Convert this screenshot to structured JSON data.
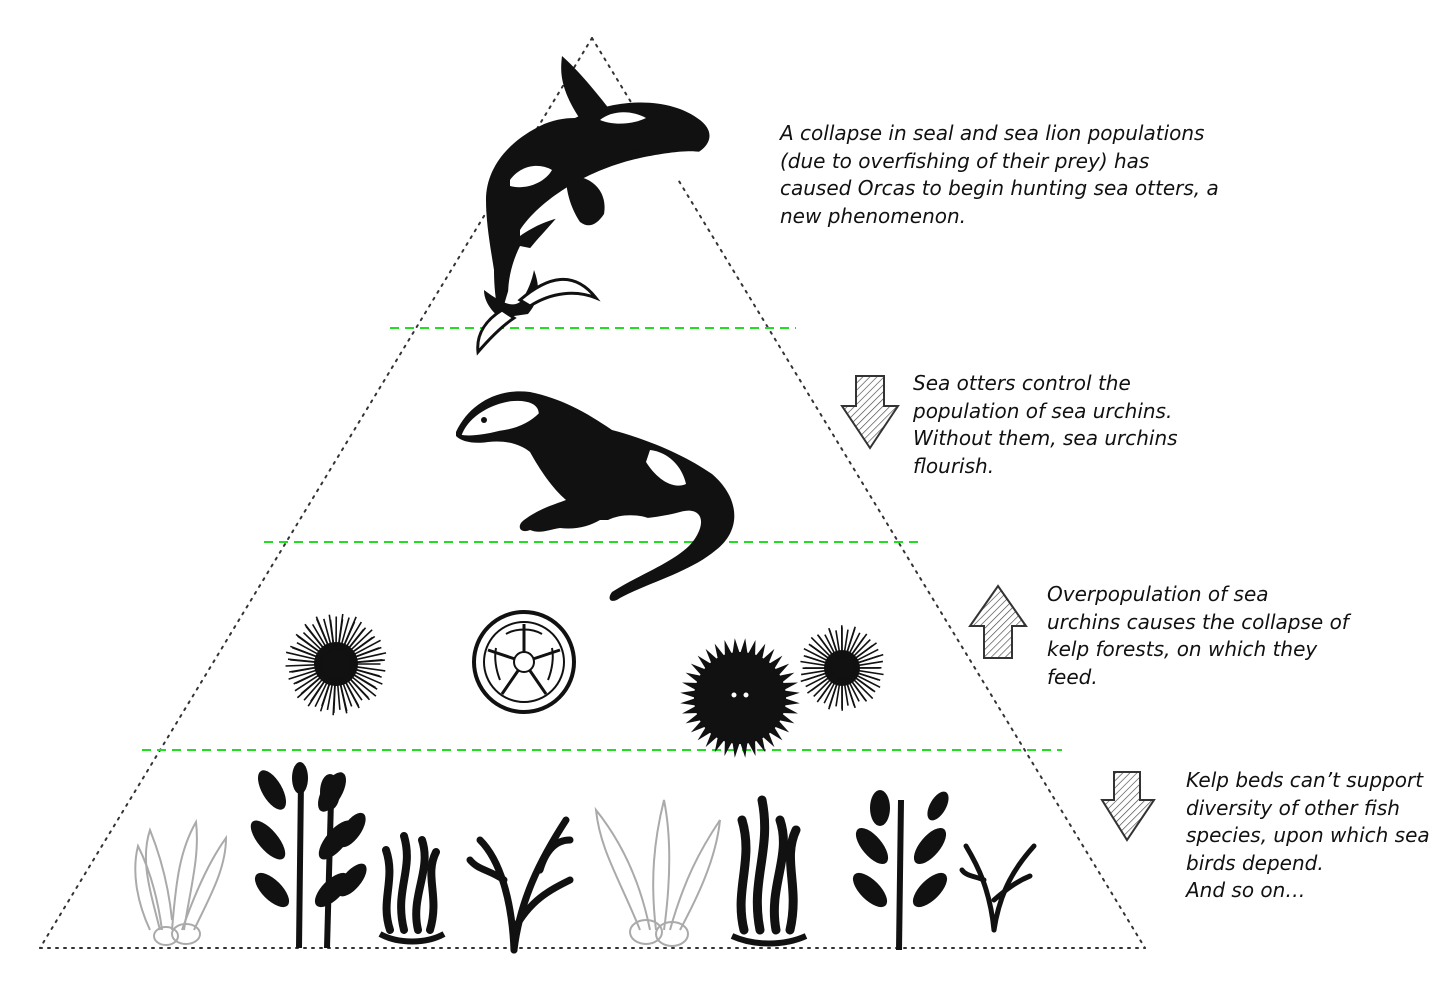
{
  "colors": {
    "background": "#ffffff",
    "ink": "#111111",
    "level_divider": "#22dd22",
    "pyramid_outline": "#333333",
    "arrow_hatch": "#444444",
    "faded_kelp": "#aaaaaa"
  },
  "annotations": {
    "orca": "A collapse in seal and sea lion populations\n(due to overfishing of their prey) has\ncaused Orcas to begin hunting sea otters, a\nnew phenomenon.",
    "otter": "Sea otters control the\npopulation of sea urchins.\nWithout them, sea urchins\nflourish.",
    "urchin": "Overpopulation of sea\nurchins causes the collapse of\nkelp forests, on which they\nfeed.",
    "kelp": "Kelp beds can’t support\ndiversity of other fish\nspecies, upon which sea\nbirds depend.\nAnd so on…"
  },
  "arrows": {
    "otter": "down",
    "urchin": "up",
    "kelp": "down"
  },
  "icons": {
    "orca": "orca-icon",
    "otter": "sea-otter-icon",
    "urchins": "sea-urchin-icon",
    "kelp": "kelp-icon"
  }
}
